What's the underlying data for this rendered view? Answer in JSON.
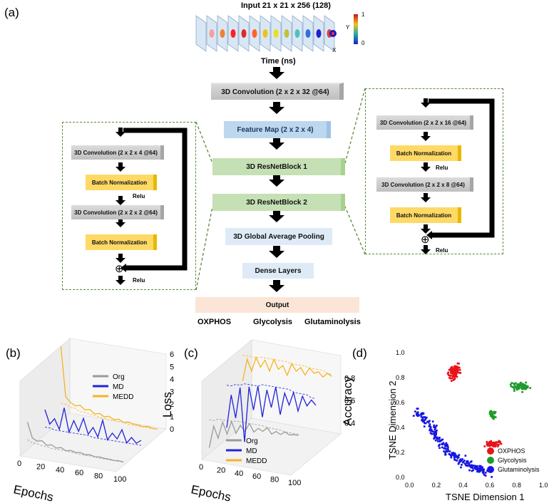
{
  "panel_labels": {
    "a": "(a)",
    "b": "(b)",
    "c": "(c)",
    "d": "(d)"
  },
  "input": {
    "title": "Input 21 x 21 x 256 (128)",
    "time_label": "Time (ns)",
    "x_label": "X",
    "y_label": "Y",
    "cbar_max": "1",
    "cbar_min": "0"
  },
  "flow": {
    "conv": "3D Convolution (2 x 2 x 32 @64)",
    "feature_map": "Feature Map (2 x 2 x 4)",
    "resnet1": "3D ResNetBlock 1",
    "resnet2": "3D ResNetBlock 2",
    "gap": "3D Global Average Pooling",
    "dense": "Dense Layers",
    "output": "Output",
    "classes": [
      "OXPHOS",
      "Glycolysis",
      "Glutaminolysis"
    ]
  },
  "left_block": {
    "conv1": "3D Convolution (2 x 2 x 4 @64)",
    "bn1": "Batch Normalization",
    "relu1": "Relu",
    "conv2": "3D Convolution (2 x 2 x 2 @64)",
    "bn2": "Batch Normalization",
    "plus": "⊕",
    "relu2": "Relu"
  },
  "right_block": {
    "conv1": "3D Convolution (2 x 2 x 16 @64)",
    "bn1": "Batch Normalization",
    "relu1": "Relu",
    "conv2": "3D Convolution (2 x 2 x 8 @64)",
    "bn2": "Batch Normalization",
    "plus": "⊕",
    "relu2": "Relu"
  },
  "colors": {
    "oxphos": "#e8141c",
    "glycolysis": "#1e9b2a",
    "glutaminolysis": "#1818e0",
    "org": "#9a9a9a",
    "md": "#2222dd",
    "medd": "#f7b21e"
  },
  "chart_data": [
    {
      "type": "line",
      "panel": "b",
      "xlabel": "Epochs",
      "zlabel": "Loss",
      "x_ticks": [
        "0",
        "20",
        "40",
        "60",
        "80",
        "100"
      ],
      "z_ticks": [
        "0",
        "1",
        "2",
        "3",
        "4",
        "5",
        "6"
      ],
      "legend": [
        "Org",
        "MD",
        "MEDD"
      ],
      "series": [
        {
          "name": "Org",
          "values": [
            2.2,
            1.0,
            0.8,
            0.9,
            0.6,
            0.7,
            0.5,
            0.6,
            0.4,
            0.5,
            0.4,
            0.45,
            0.35,
            0.4,
            0.3,
            0.35,
            0.3,
            0.3,
            0.25,
            0.3,
            0.25
          ]
        },
        {
          "name": "MD",
          "values": [
            2.0,
            0.9,
            1.4,
            0.6,
            2.4,
            0.5,
            1.5,
            0.7,
            1.8,
            0.6,
            1.2,
            0.5,
            1.9,
            0.4,
            1.0,
            0.6,
            1.4,
            0.4,
            0.9,
            0.5,
            0.8
          ]
        },
        {
          "name": "MEDD",
          "values": [
            6.0,
            2.0,
            1.6,
            1.4,
            1.5,
            1.2,
            1.3,
            1.0,
            1.1,
            0.9,
            1.0,
            0.8,
            0.9,
            0.7,
            0.8,
            0.7,
            0.7,
            0.6,
            0.7,
            0.6,
            0.6
          ]
        }
      ]
    },
    {
      "type": "line",
      "panel": "c",
      "xlabel": "Epochs",
      "zlabel": "Accuracy",
      "x_ticks": [
        "0",
        "20",
        "40",
        "60",
        "80",
        "100"
      ],
      "z_ticks": [
        "0.4",
        "0.6",
        "0.8"
      ],
      "legend": [
        "Org",
        "MD",
        "MEDD"
      ],
      "series": [
        {
          "name": "Org",
          "values": [
            0.35,
            0.55,
            0.45,
            0.6,
            0.5,
            0.62,
            0.52,
            0.6,
            0.55,
            0.63,
            0.56,
            0.6,
            0.58,
            0.62,
            0.57,
            0.6,
            0.58,
            0.61,
            0.59,
            0.6,
            0.6
          ]
        },
        {
          "name": "MD",
          "values": [
            0.4,
            0.7,
            0.5,
            0.78,
            0.3,
            0.8,
            0.6,
            0.82,
            0.55,
            0.8,
            0.65,
            0.84,
            0.6,
            0.8,
            0.7,
            0.82,
            0.66,
            0.8,
            0.72,
            0.78,
            0.74
          ]
        },
        {
          "name": "MEDD",
          "values": [
            0.7,
            0.9,
            0.8,
            0.93,
            0.85,
            0.92,
            0.83,
            0.94,
            0.86,
            0.9,
            0.82,
            0.93,
            0.87,
            0.91,
            0.85,
            0.92,
            0.88,
            0.9,
            0.86,
            0.9,
            0.88
          ]
        }
      ]
    },
    {
      "type": "scatter",
      "panel": "d",
      "xlabel": "TSNE Dimension 1",
      "ylabel": "TSNE Dimension 2",
      "xlim": [
        0.0,
        1.0
      ],
      "ylim": [
        0.0,
        1.0
      ],
      "x_ticks": [
        "0.0",
        "0.2",
        "0.4",
        "0.6",
        "0.8",
        "1.0"
      ],
      "y_ticks": [
        "0.0",
        "0.2",
        "0.4",
        "0.6",
        "0.8",
        "1.0"
      ],
      "legend_position": "bottom-right",
      "clusters": [
        {
          "name": "OXPHOS",
          "regions": [
            {
              "cx": 0.33,
              "cy": 0.85,
              "sx": 0.06,
              "sy": 0.08,
              "n": 90
            },
            {
              "cx": 0.62,
              "cy": 0.27,
              "sx": 0.08,
              "sy": 0.04,
              "n": 70
            }
          ]
        },
        {
          "name": "Glycolysis",
          "regions": [
            {
              "cx": 0.82,
              "cy": 0.73,
              "sx": 0.1,
              "sy": 0.05,
              "n": 70
            },
            {
              "cx": 0.62,
              "cy": 0.5,
              "sx": 0.04,
              "sy": 0.05,
              "n": 30
            }
          ]
        },
        {
          "name": "Glutaminolysis",
          "arc": [
            [
              0.04,
              0.54
            ],
            [
              0.15,
              0.42
            ],
            [
              0.22,
              0.3
            ],
            [
              0.3,
              0.2
            ],
            [
              0.4,
              0.12
            ],
            [
              0.5,
              0.07
            ],
            [
              0.58,
              0.05
            ]
          ],
          "spread": 0.035,
          "n": 260
        }
      ]
    }
  ]
}
